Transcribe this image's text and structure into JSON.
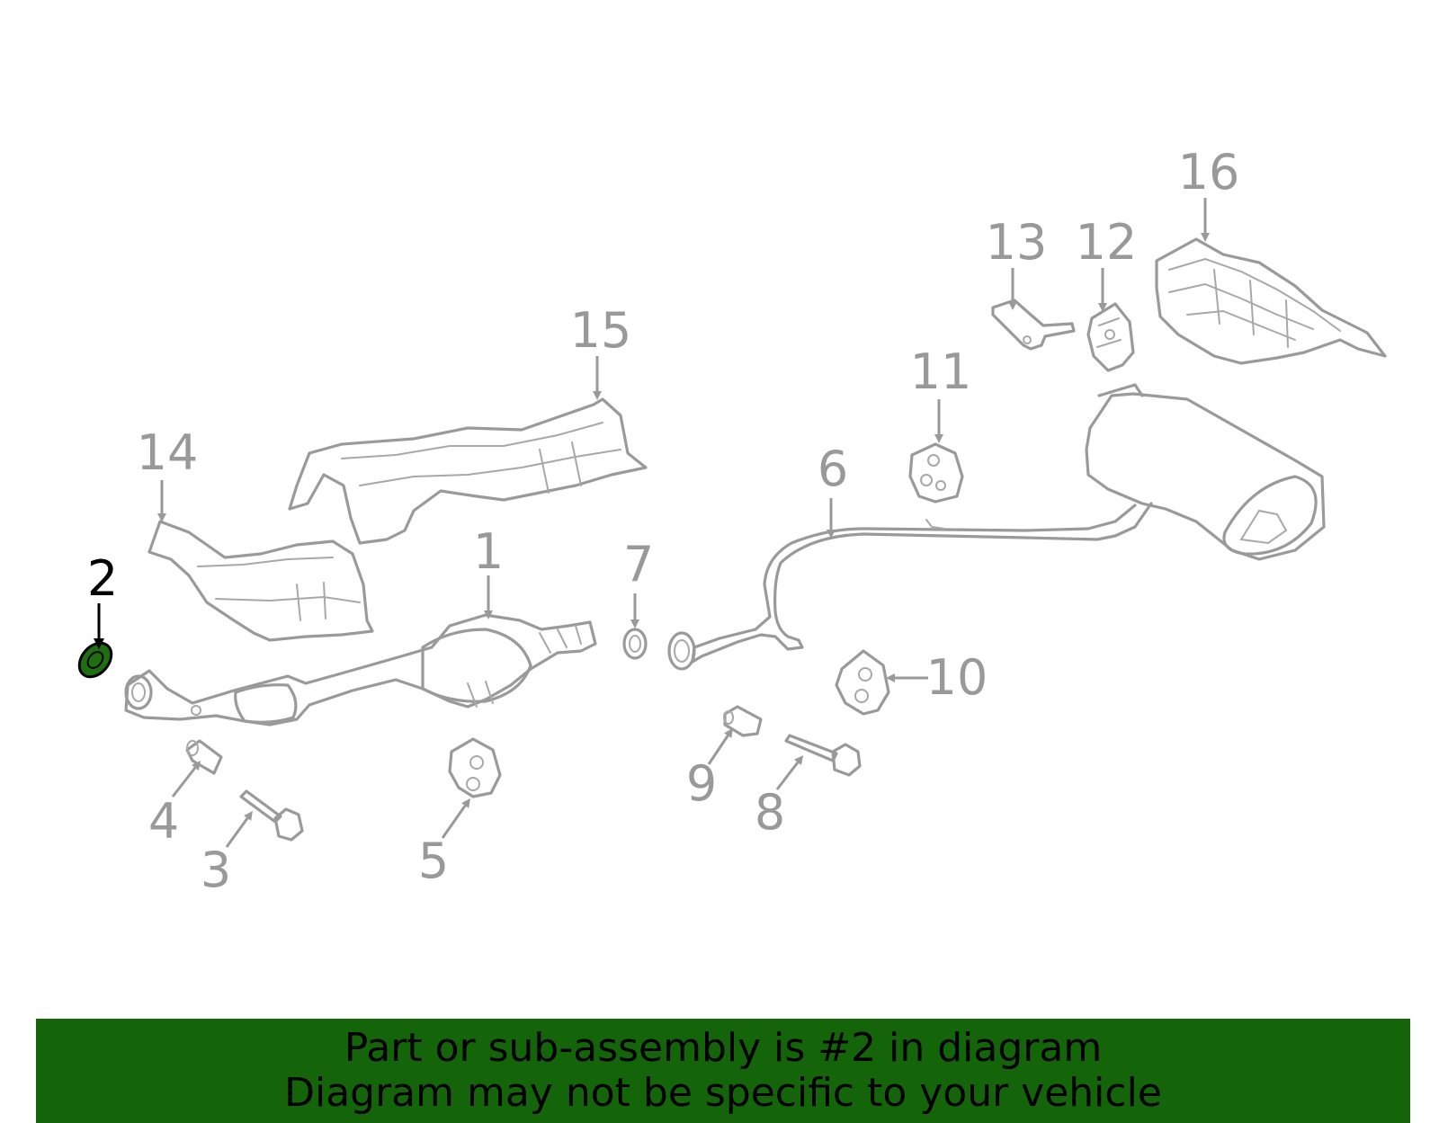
{
  "banner": {
    "line1": "Part or sub-assembly is #2 in diagram",
    "line2": "Diagram may not be specific to your vehicle",
    "color": "#14650a"
  },
  "highlight": {
    "part": "2",
    "color": "#1f6e10"
  },
  "callouts": [
    "1",
    "2",
    "3",
    "4",
    "5",
    "6",
    "7",
    "8",
    "9",
    "10",
    "11",
    "12",
    "13",
    "14",
    "15",
    "16"
  ],
  "colors": {
    "parts": "#9a9a9a",
    "labels": "#999999",
    "highlight_label": "#000000"
  }
}
